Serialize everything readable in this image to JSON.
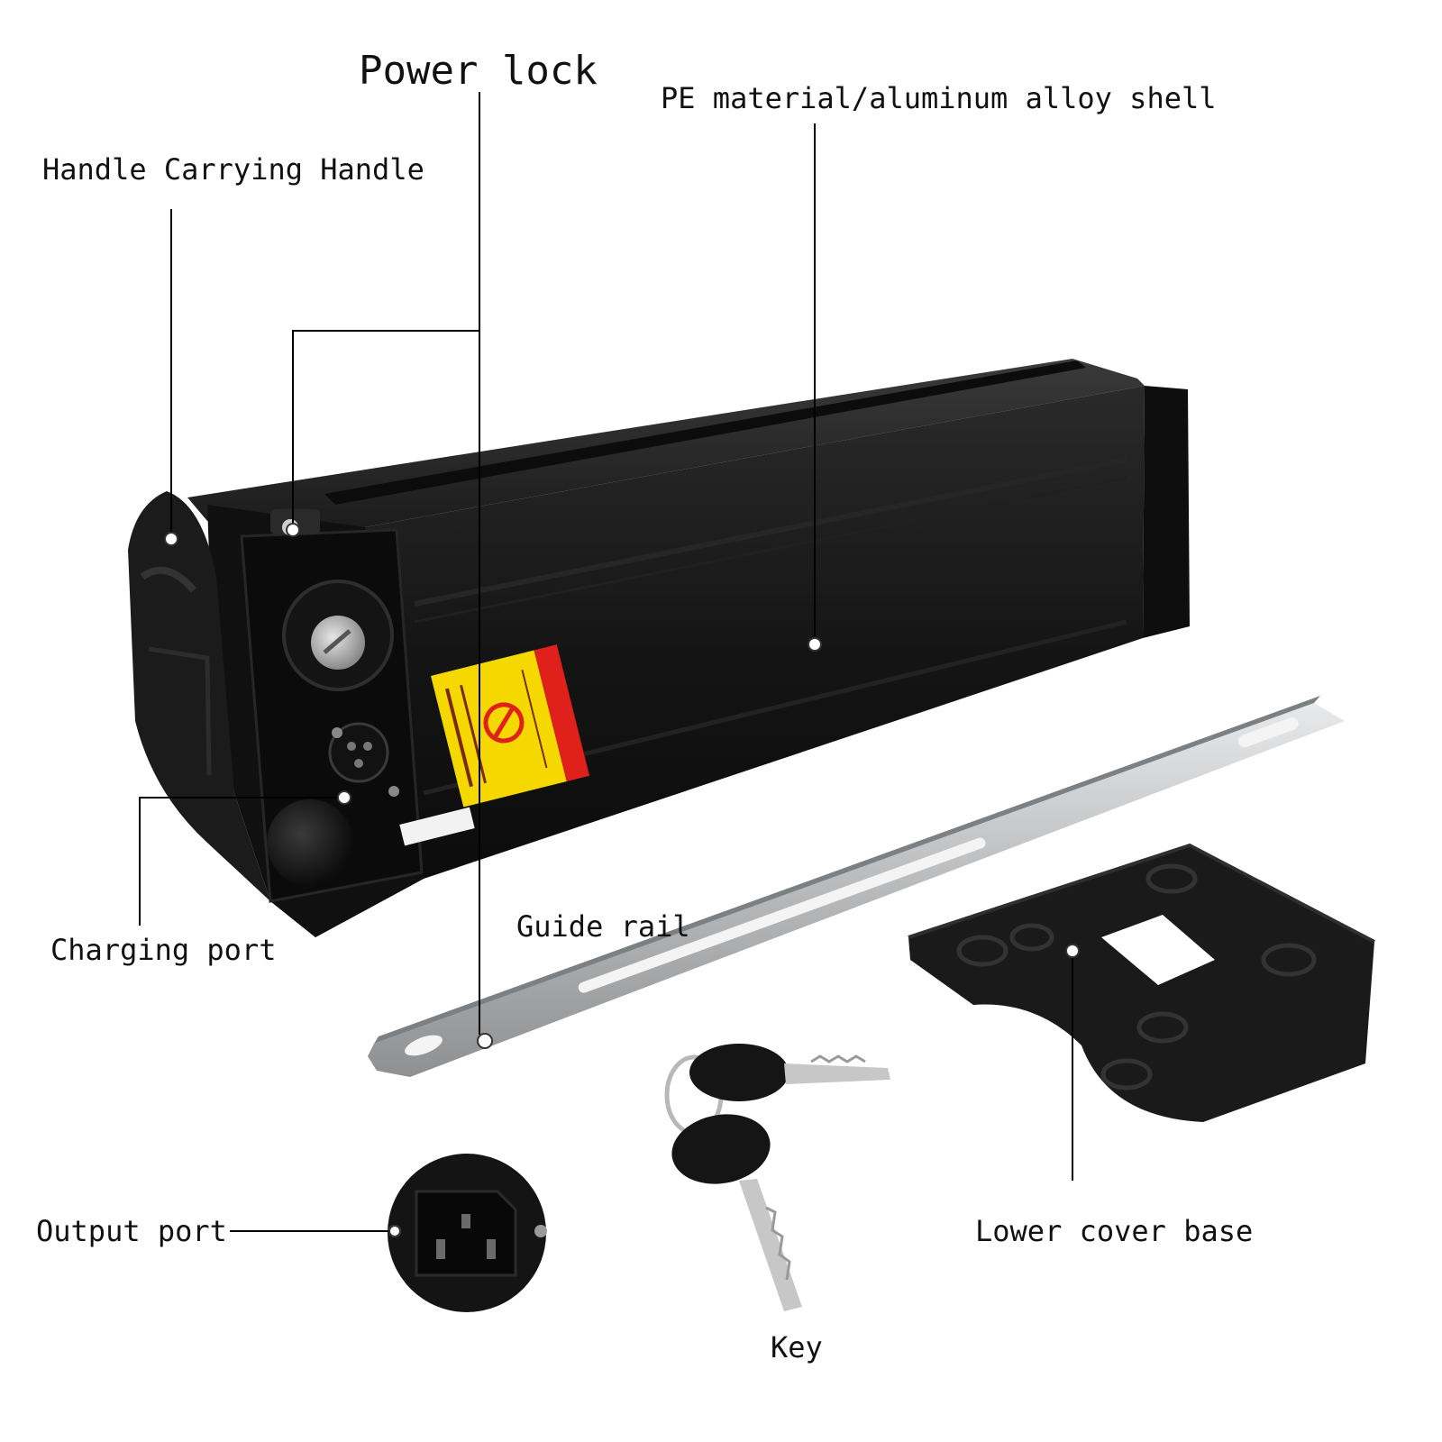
{
  "labels": {
    "power_lock": "Power lock",
    "shell": "PE material/aluminum alloy shell",
    "handle": "Handle Carrying Handle",
    "charging_port": "Charging port",
    "guide_rail": "Guide rail",
    "output_port": "Output port",
    "lower_cover_base": "Lower cover base",
    "key": "Key"
  },
  "colors": {
    "background": "#ffffff",
    "battery_body": "#141414",
    "warning_label": "#f5d800",
    "warning_stripe": "#e0201a",
    "rail_metal": "#c9cbcd",
    "leader_line": "#000000"
  }
}
